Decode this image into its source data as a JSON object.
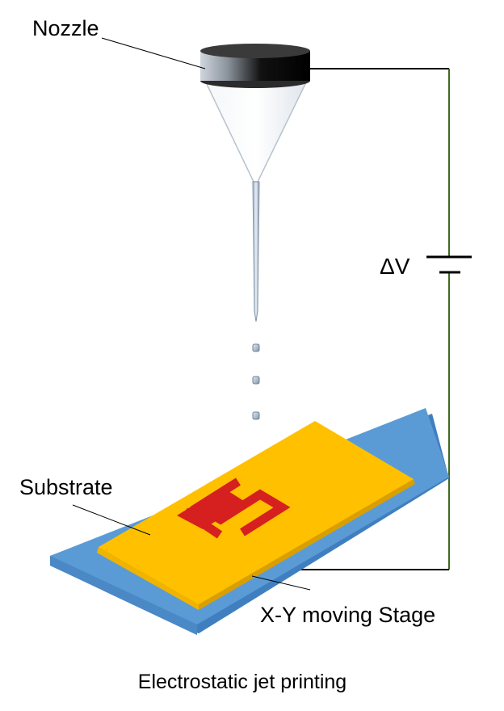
{
  "labels": {
    "nozzle": "Nozzle",
    "voltage": "ΔV",
    "substrate": "Substrate",
    "stage": "X-Y moving Stage",
    "caption": "Electrostatic jet printing"
  },
  "colors": {
    "stage_blue": "#5b9bd5",
    "substrate_gold": "#ffc000",
    "pattern_red": "#d62020",
    "circuit_wire_right": "#3e6b1f",
    "circuit_wire": "#000000",
    "nozzle_cap": "#111111"
  },
  "icons": {
    "nozzle": "nozzle-icon",
    "battery": "battery-icon",
    "droplet": "droplet-icon",
    "pattern": "s-pattern-icon"
  }
}
